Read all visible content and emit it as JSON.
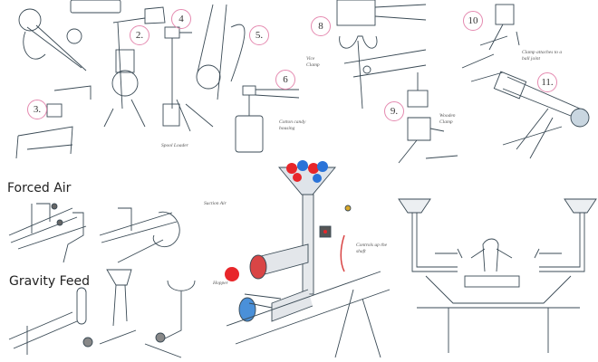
{
  "headings": {
    "forced_air": "Forced Air",
    "gravity_feed": "Gravity Feed"
  },
  "step_numbers": [
    "2.",
    "3.",
    "4",
    "5.",
    "6",
    "8",
    "9.",
    "10",
    "11."
  ],
  "notes": {
    "spool_loader": "Spool Loader",
    "vice_clamp": "Vice Clamp",
    "wooden_clamp": "Wooden Clamp",
    "ball_joint": "Clamp attaches to a ball joint",
    "suction_air": "Suction Air",
    "cotton_housing": "Cotton candy housing",
    "hopper": "Hopper",
    "controls": "Controls up the shaft"
  },
  "colors": {
    "ink": "#3a4a55",
    "ball_red": "#e8262a",
    "ball_blue": "#2a73d8",
    "circle": "#e58ab0",
    "tube_red": "#d94545",
    "tube_blue": "#4a90d9"
  }
}
